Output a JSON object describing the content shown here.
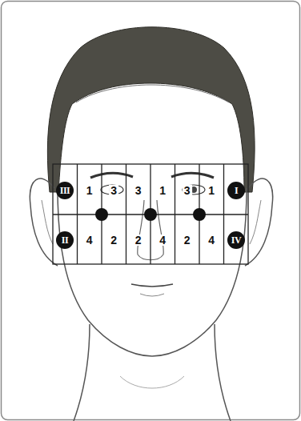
{
  "diagram": {
    "nodes": [
      {
        "text": [
          "III"
        ]
      },
      {
        "text": [
          "I"
        ]
      },
      {
        "text": [
          "II"
        ]
      },
      {
        "text": [
          "IV"
        ]
      }
    ],
    "labels": [
      "1",
      "3",
      "3",
      "1",
      "3",
      "1",
      "4",
      "2",
      "2",
      "4",
      "2",
      "4"
    ]
  }
}
